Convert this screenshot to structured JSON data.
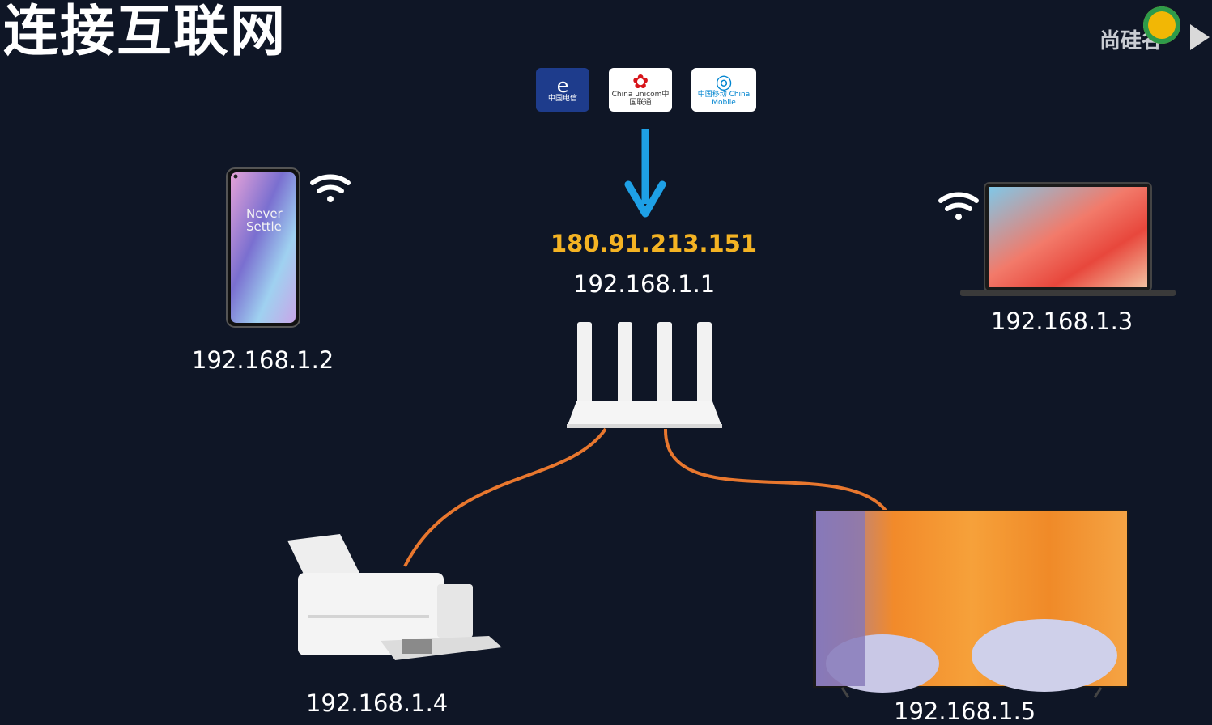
{
  "title": "连接互联网",
  "watermark": "尚硅谷",
  "isps": [
    {
      "name": "China Telecom",
      "label": "中国电信",
      "symbol": "e",
      "bg": "#1e3c8c",
      "fg": "#ffffff"
    },
    {
      "name": "China Unicom",
      "label": "China unicom中国联通",
      "symbol": "✿",
      "bg": "#ffffff",
      "fg": "#d7141a"
    },
    {
      "name": "China Mobile",
      "label": "中国移动 China Mobile",
      "symbol": "◎",
      "bg": "#ffffff",
      "fg": "#0085d0"
    }
  ],
  "router": {
    "public_ip": "180.91.213.151",
    "lan_ip": "192.168.1.1"
  },
  "devices": [
    {
      "name": "phone",
      "ip": "192.168.1.2",
      "connection": "wifi",
      "screen_text": "Never Settle"
    },
    {
      "name": "laptop",
      "ip": "192.168.1.3",
      "connection": "wifi"
    },
    {
      "name": "printer",
      "ip": "192.168.1.4",
      "connection": "wired"
    },
    {
      "name": "tv",
      "ip": "192.168.1.5",
      "connection": "wired"
    }
  ],
  "colors": {
    "background": "#0f1626",
    "public_ip": "#f4b323",
    "arrow": "#1ea0e6",
    "cable": "#e8772e",
    "text": "#ffffff"
  }
}
